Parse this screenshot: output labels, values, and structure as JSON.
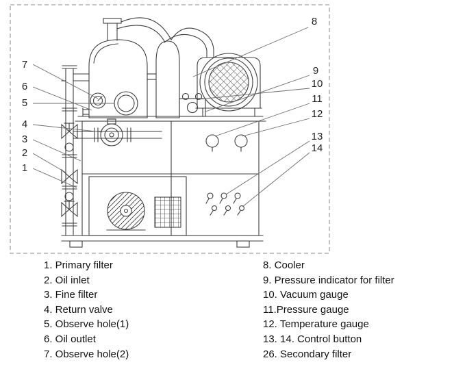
{
  "figure": {
    "callouts": {
      "c1": "1",
      "c2": "2",
      "c3": "3",
      "c4": "4",
      "c5": "5",
      "c6": "6",
      "c7": "7",
      "c8": "8",
      "c9": "9",
      "c10": "10",
      "c11": "11",
      "c12": "12",
      "c13": "13",
      "c14": "14"
    },
    "legend": {
      "left": [
        "1. Primary filter",
        "2. Oil inlet",
        "3. Fine filter",
        "4. Return valve",
        "5. Observe hole(1)",
        "6. Oil outlet",
        "7. Observe hole(2)"
      ],
      "right": [
        "8. Cooler",
        "9. Pressure indicator for filter",
        "10. Vacuum gauge",
        "11.Pressure gauge",
        "12. Temperature gauge",
        "13. 14. Control button",
        "26. Secondary filter"
      ]
    },
    "colors": {
      "line": "#3c3c3c",
      "leader": "#6a6a6a",
      "border": "#8a8a8a"
    }
  }
}
